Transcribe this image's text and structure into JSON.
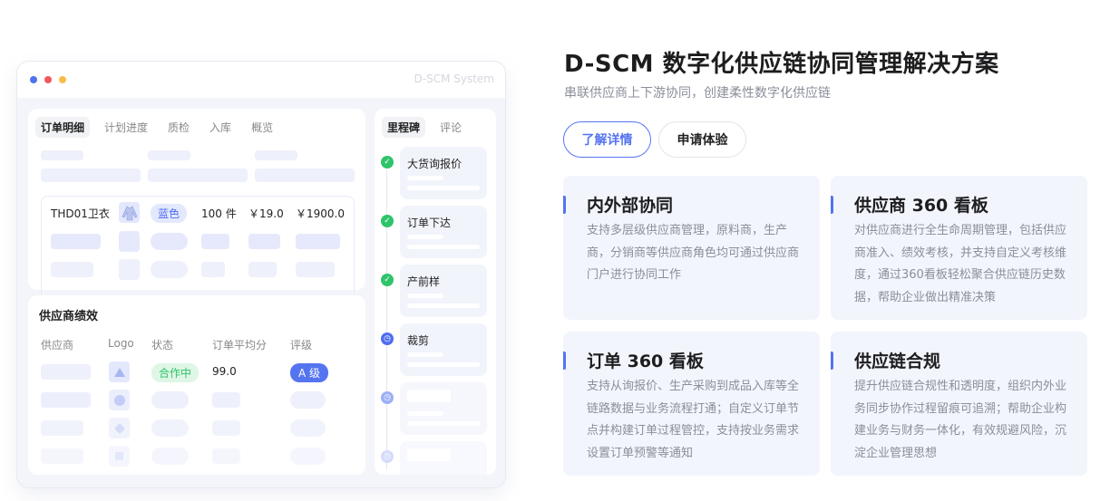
{
  "mockup": {
    "window_dots": [
      "#4f72f0",
      "#f0585b",
      "#f7bd4b"
    ],
    "system_name": "D-SCM System",
    "order_panel": {
      "tabs": [
        {
          "label": "订单明细",
          "active": true
        },
        {
          "label": "计划进度",
          "active": false
        },
        {
          "label": "质检",
          "active": false
        },
        {
          "label": "入库",
          "active": false
        },
        {
          "label": "概览",
          "active": false
        }
      ],
      "order_row": {
        "product": "THD01卫衣",
        "image_icon": "hoodie-icon",
        "color": "蓝色",
        "quantity": "100 件",
        "unit_price": "￥19.0",
        "total": "￥1900.0"
      }
    },
    "supplier_panel": {
      "title": "供应商绩效",
      "headers": [
        "供应商",
        "Logo",
        "状态",
        "订单平均分",
        "评级"
      ],
      "first_row": {
        "logo_icon": "triangle-icon",
        "status": "合作中",
        "avg_score": "99.0",
        "grade": "A 级"
      },
      "placeholder_logo_icons": [
        "circle-icon",
        "diamond-icon",
        "square-icon"
      ]
    },
    "milestone_panel": {
      "tabs": [
        {
          "label": "里程碑",
          "active": true
        },
        {
          "label": "评论",
          "active": false
        }
      ],
      "items": [
        {
          "title": "大货询报价",
          "status": "done"
        },
        {
          "title": "订单下达",
          "status": "done"
        },
        {
          "title": "产前样",
          "status": "done"
        },
        {
          "title": "裁剪",
          "status": "pending"
        },
        {
          "title": "",
          "status": "pending"
        },
        {
          "title": "",
          "status": "pending"
        }
      ]
    }
  },
  "hero": {
    "title": "D-SCM  数字化供应链协同管理解决方案",
    "subtitle": "串联供应商上下游协同，创建柔性数字化供应链",
    "buttons": {
      "learn_more": "了解详情",
      "apply_trial": "申请体验"
    }
  },
  "features": [
    {
      "title": "内外部协同",
      "desc": "支持多层级供应商管理，原料商，生产商，分销商等供应商角色均可通过供应商门户进行协同工作"
    },
    {
      "title": "供应商  360  看板",
      "desc": "对供应商进行全生命周期管理，包括供应商准入、绩效考核，并支持自定义考核维度，通过360看板轻松聚合供应链历史数据，帮助企业做出精准决策"
    },
    {
      "title": "订单  360  看板",
      "desc": "支持从询报价、生产采购到成品入库等全链路数据与业务流程打通；自定义订单节点并构建订单过程管控，支持按业务需求设置订单预警等通知"
    },
    {
      "title": "供应链合规",
      "desc": "提升供应链合规性和透明度，组织内外业务同步协作过程留痕可追溯；帮助企业构建业务与财务一体化，有效规避风险，沉淀企业管理思想"
    }
  ],
  "colors": {
    "accent": "#5574f0",
    "success": "#2ec46a",
    "card_bg": "#f3f5fd"
  }
}
